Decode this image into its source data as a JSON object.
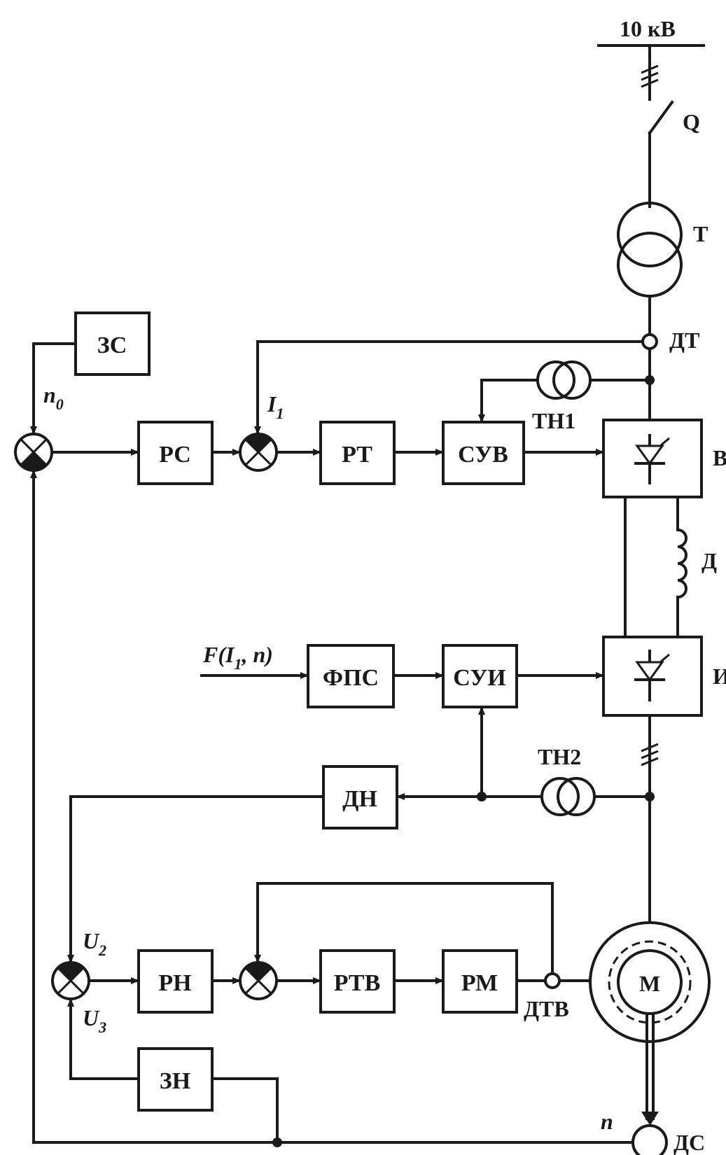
{
  "supply": {
    "voltage": "10 кВ"
  },
  "labels": {
    "breaker": "Q",
    "transformer": "T",
    "current_sensor": "ДТ",
    "voltage_tx1": "ТН1",
    "voltage_tx2": "ТН2",
    "rectifier": "В",
    "reactor": "Д",
    "inverter": "И",
    "field_current_sensor": "ДТВ",
    "motor": "М",
    "speed_sensor": "ДС"
  },
  "blocks": {
    "speed_setter": "ЗС",
    "speed_regulator": "РС",
    "current_regulator": "РТ",
    "rectifier_control": "СУВ",
    "phase_shift_former": "ФПС",
    "inverter_control": "СУИ",
    "voltage_sensor": "ДН",
    "voltage_regulator": "РН",
    "field_current_regulator": "РТВ",
    "field_exciter": "РМ",
    "voltage_setter": "ЗН"
  },
  "signals": {
    "n0_main": "n",
    "n0_sub": "0",
    "i1_main": "I",
    "i1_sub": "1",
    "func_a": "F(I",
    "func_sub": "1",
    "func_b": ", n)",
    "u2_main": "U",
    "u2_sub": "2",
    "u3_main": "U",
    "u3_sub": "3",
    "speed": "n"
  }
}
